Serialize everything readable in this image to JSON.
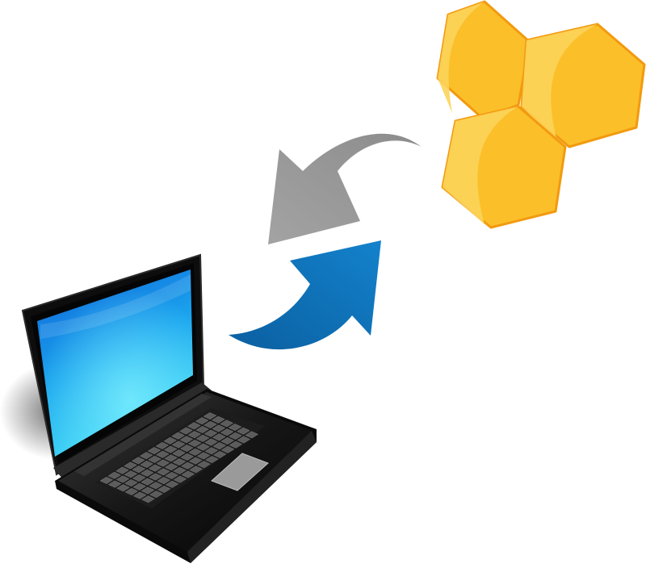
{
  "scene": {
    "background": "#ffffff",
    "objects": [
      {
        "name": "laptop-icon",
        "colors": {
          "body": "#111111",
          "screen": "#1a8fe8",
          "screen_glow": "#3fd7f5",
          "keys": "#5a5a5a",
          "touchpad": "#9a9a9a"
        }
      },
      {
        "name": "honeycomb-icon",
        "cells": 3,
        "colors": {
          "fill": "#fbc02d",
          "highlight": "#fcd45a",
          "stroke": "#f39c12"
        }
      },
      {
        "name": "download-arrow-icon",
        "direction": "toward-laptop",
        "color": "#999999"
      },
      {
        "name": "upload-arrow-icon",
        "direction": "toward-honeycomb",
        "color": "#0e79be"
      }
    ]
  }
}
